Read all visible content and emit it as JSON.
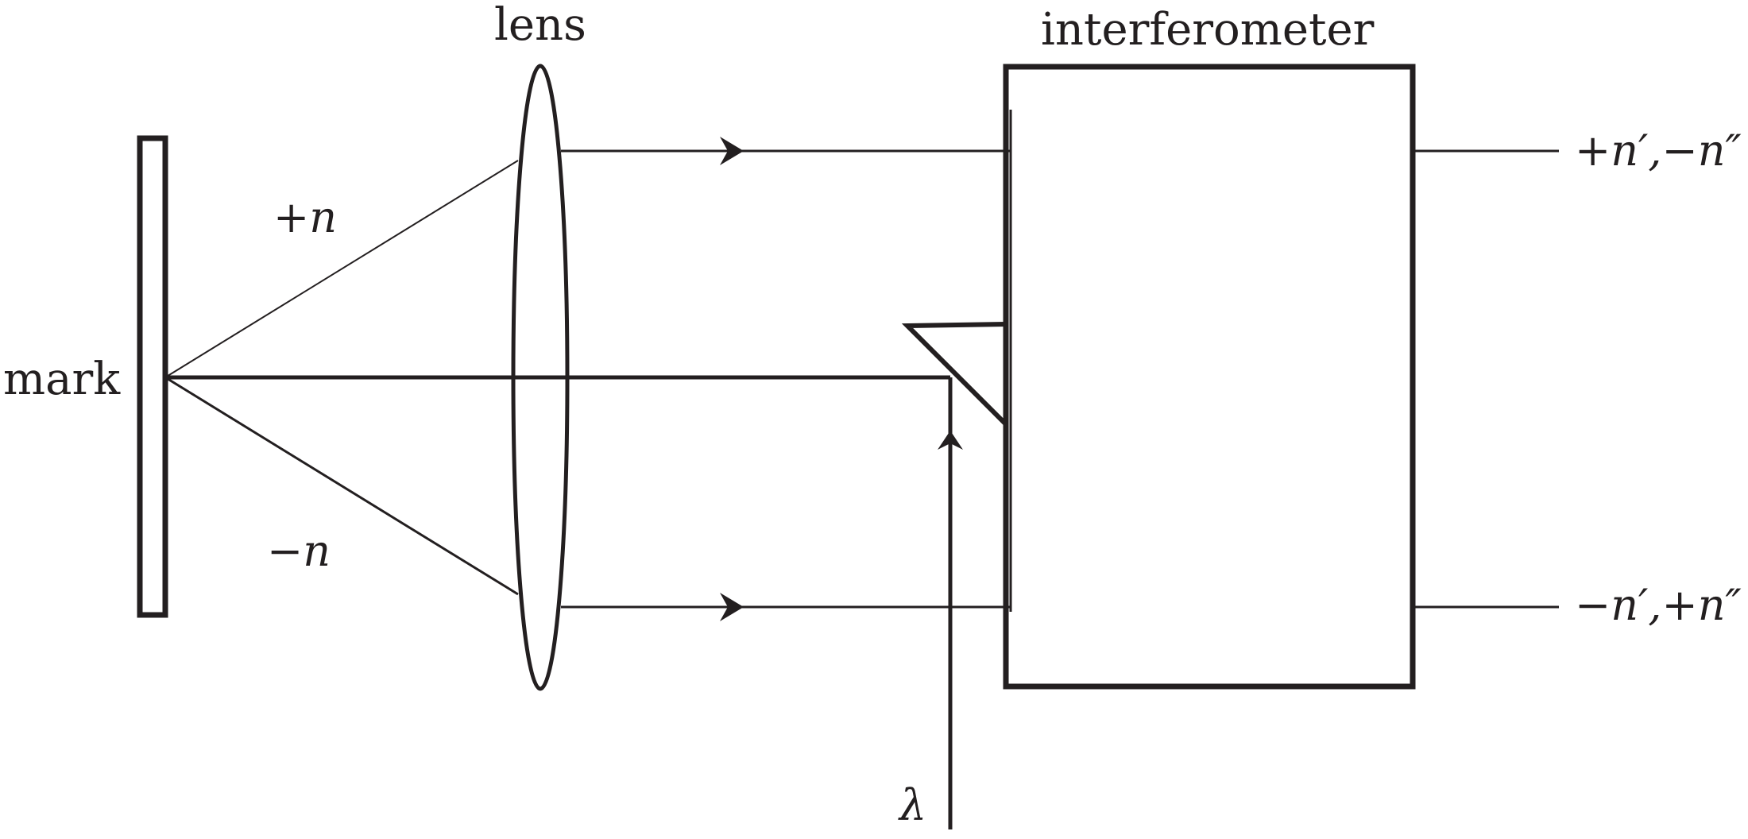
{
  "labels": {
    "mark": "mark",
    "lens": "lens",
    "interferometer": "interferometer",
    "plus_n": "+n",
    "minus_n": "−n",
    "output_top": "+n′,−n″",
    "output_bottom": "−n′,+n″",
    "wavelength": "λ"
  },
  "colors": {
    "ink": "#231f20",
    "background": "#ffffff"
  }
}
